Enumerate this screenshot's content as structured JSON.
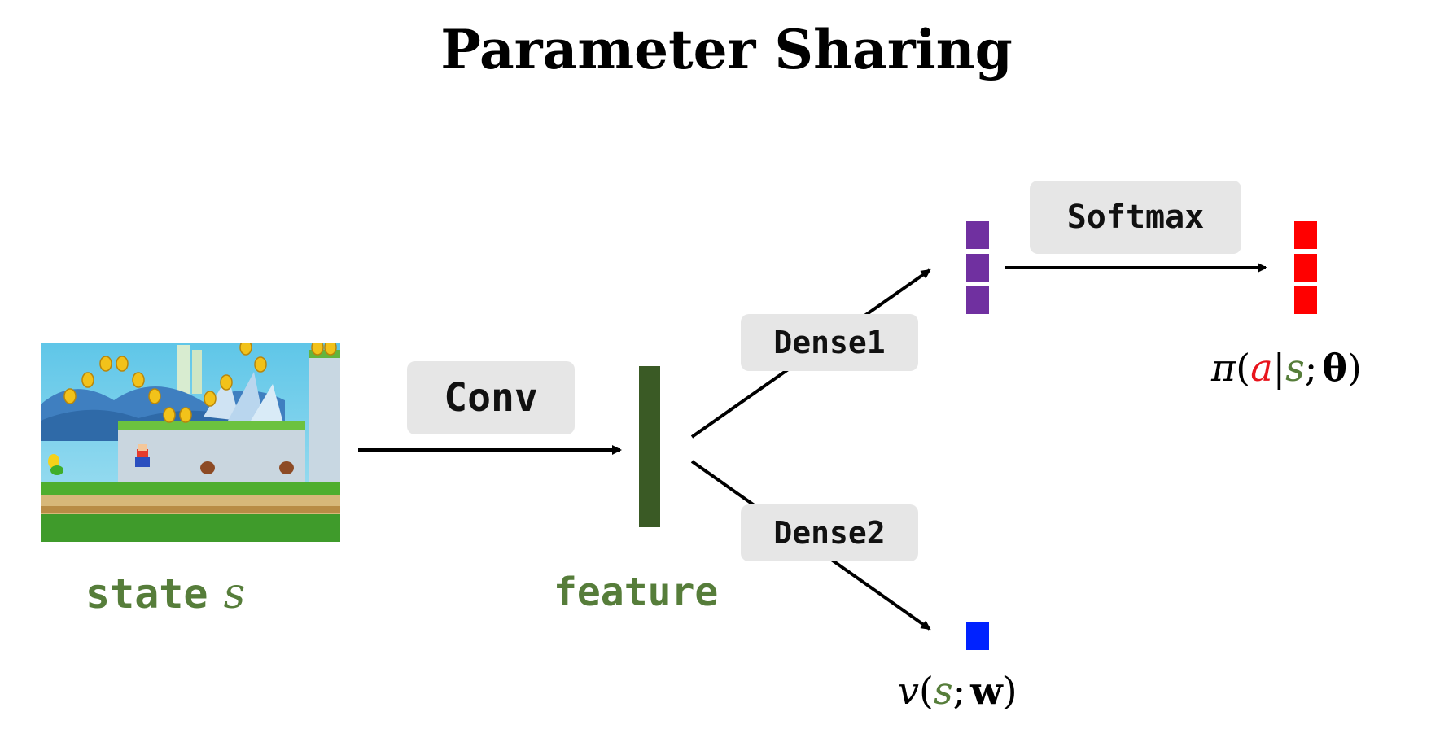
{
  "title": "Parameter Sharing",
  "ops": {
    "conv": "Conv",
    "dense1": "Dense1",
    "dense2": "Dense2",
    "softmax": "Softmax"
  },
  "labels": {
    "state_word": "state",
    "state_symbol": "s",
    "feature": "feature"
  },
  "policy": {
    "pi": "π",
    "open": "(",
    "a": "a",
    "bar": "|",
    "s": "s",
    "semi": ";",
    "theta": "θ",
    "close": ")"
  },
  "value": {
    "v": "v",
    "open": "(",
    "s": "s",
    "semi": ";",
    "w": "w",
    "close": ")"
  },
  "colors": {
    "feature_bar": "#3a5a25",
    "dense1_output": "#7030a0",
    "softmax_output": "#ff0000",
    "value_output": "#0022ff",
    "green_text": "#567d3a",
    "action_red": "#e8141c",
    "op_box_bg": "#e6e6e6"
  },
  "image": "super-mario-run-game-screenshot"
}
